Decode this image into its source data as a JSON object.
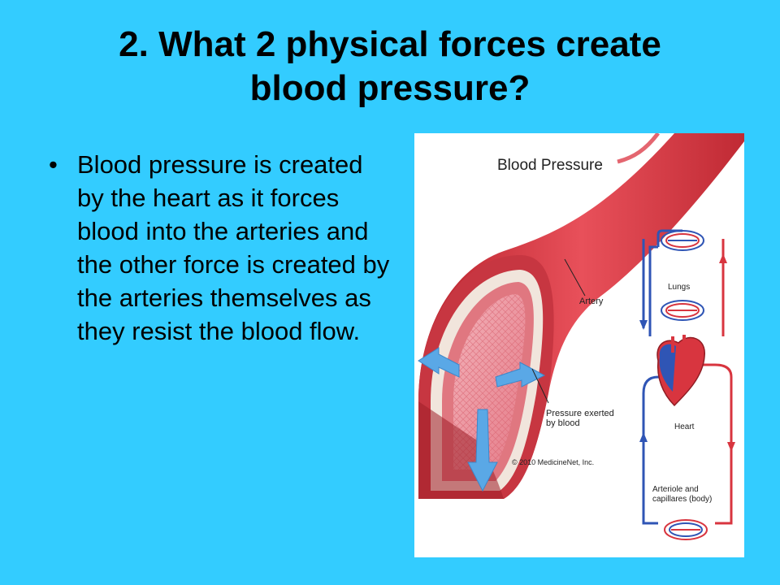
{
  "slide": {
    "title_line1": "2. What 2 physical forces create",
    "title_line2": "blood pressure?",
    "bullet": "Blood pressure is created by the heart as it forces blood into the arteries and the other force is created by the arteries themselves as they resist the blood flow.",
    "bullet_marker": "•"
  },
  "figure": {
    "title": "Blood Pressure",
    "labels": {
      "artery": "Artery",
      "lungs": "Lungs",
      "heart": "Heart",
      "pressure_line1": "Pressure exerted",
      "pressure_line2": "by blood",
      "arteriole_line1": "Arteriole and",
      "arteriole_line2": "capillares (body)",
      "copyright": "© 2010 MedicineNet, Inc."
    }
  },
  "colors": {
    "background": "#33ccff",
    "artery_red": "#d8353f",
    "artery_inner": "#e98a94",
    "venous_blue": "#2f55b5",
    "arrow_blue": "#5aa8e6"
  }
}
